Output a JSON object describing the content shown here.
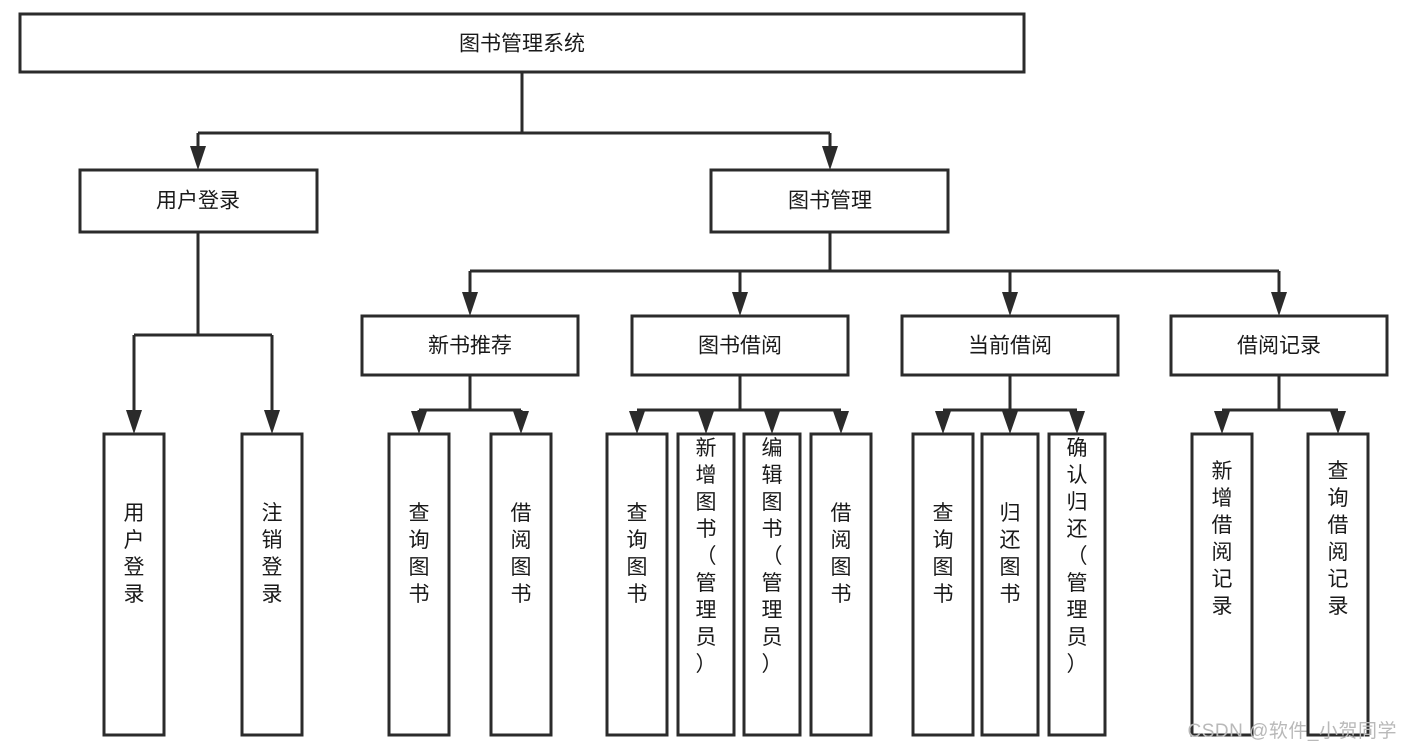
{
  "diagram": {
    "title": "图书管理系统",
    "type": "hierarchy-tree",
    "watermark": "CSDN @软件_小贺同学",
    "colors": {
      "stroke": "#2b2b2b",
      "fill": "#ffffff",
      "text": "#1a1a1a",
      "watermark": "#b9b9b9"
    },
    "nodes": {
      "root": {
        "label": "图书管理系统",
        "orientation": "horizontal",
        "level": 0
      },
      "l1": [
        {
          "id": "user-login",
          "label": "用户登录",
          "orientation": "horizontal",
          "level": 1
        },
        {
          "id": "book-management",
          "label": "图书管理",
          "orientation": "horizontal",
          "level": 1
        }
      ],
      "l2": [
        {
          "id": "new-book-recommend",
          "label": "新书推荐",
          "orientation": "horizontal",
          "level": 2,
          "parent": "book-management"
        },
        {
          "id": "book-borrow",
          "label": "图书借阅",
          "orientation": "horizontal",
          "level": 2,
          "parent": "book-management"
        },
        {
          "id": "current-borrow",
          "label": "当前借阅",
          "orientation": "horizontal",
          "level": 2,
          "parent": "book-management"
        },
        {
          "id": "borrow-record",
          "label": "借阅记录",
          "orientation": "horizontal",
          "level": 2,
          "parent": "book-management"
        }
      ],
      "leaves": [
        {
          "id": "leaf-user-login",
          "label": "用户登录",
          "orientation": "vertical",
          "parent": "user-login"
        },
        {
          "id": "leaf-logout-login",
          "label": "注销登录",
          "orientation": "vertical",
          "parent": "user-login"
        },
        {
          "id": "leaf-query-book-1",
          "label": "查询图书",
          "orientation": "vertical",
          "parent": "new-book-recommend"
        },
        {
          "id": "leaf-borrow-book-1",
          "label": "借阅图书",
          "orientation": "vertical",
          "parent": "new-book-recommend"
        },
        {
          "id": "leaf-query-book-2",
          "label": "查询图书",
          "orientation": "vertical",
          "parent": "book-borrow"
        },
        {
          "id": "leaf-add-book-admin",
          "label": "新增图书（管理员）",
          "orientation": "vertical",
          "parent": "book-borrow"
        },
        {
          "id": "leaf-edit-book-admin",
          "label": "编辑图书（管理员）",
          "orientation": "vertical",
          "parent": "book-borrow"
        },
        {
          "id": "leaf-borrow-book-2",
          "label": "借阅图书",
          "orientation": "vertical",
          "parent": "book-borrow"
        },
        {
          "id": "leaf-query-book-3",
          "label": "查询图书",
          "orientation": "vertical",
          "parent": "current-borrow"
        },
        {
          "id": "leaf-return-book",
          "label": "归还图书",
          "orientation": "vertical",
          "parent": "current-borrow"
        },
        {
          "id": "leaf-confirm-return-admin",
          "label": "确认归还（管理员）",
          "orientation": "vertical",
          "parent": "current-borrow"
        },
        {
          "id": "leaf-add-borrow-record",
          "label": "新增借阅记录",
          "orientation": "vertical",
          "parent": "borrow-record"
        },
        {
          "id": "leaf-query-borrow-record",
          "label": "查询借阅记录",
          "orientation": "vertical",
          "parent": "borrow-record"
        }
      ]
    }
  }
}
